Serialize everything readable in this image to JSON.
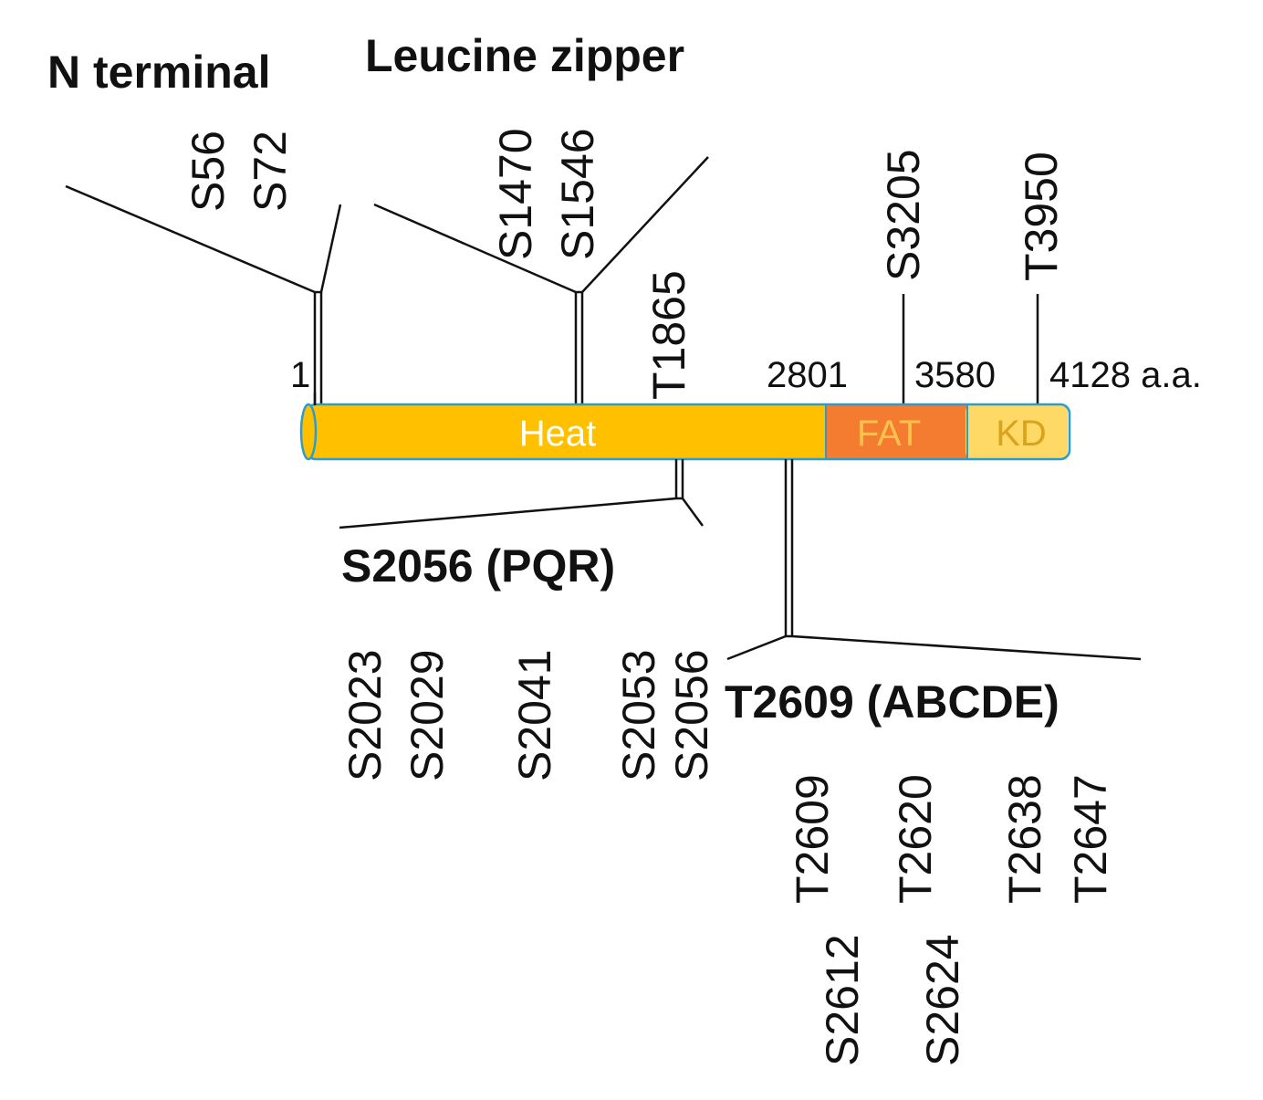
{
  "labels": {
    "n_terminal": "N terminal",
    "leucine_zipper": "Leucine zipper",
    "pqr": "S2056 (PQR)",
    "abcde": "T2609 (ABCDE)"
  },
  "positions": {
    "start": "1",
    "fat_start": "2801",
    "kd_start": "3580",
    "end": "4128 a.a."
  },
  "domains": [
    {
      "name": "Heat",
      "color": "#FFC000",
      "text_color": "#FFFFFF"
    },
    {
      "name": "FAT",
      "color": "#F47C30",
      "text_color": "#FFC14D"
    },
    {
      "name": "KD",
      "color": "#FFD966",
      "text_color": "#D9A41C"
    }
  ],
  "outline_color": "#2E9CCA",
  "sites": {
    "n_terminal": [
      "S56",
      "S72"
    ],
    "leucine_zipper": [
      "S1470",
      "S1546"
    ],
    "t1865": "T1865",
    "s3205": "S3205",
    "t3950": "T3950",
    "pqr": [
      "S2023",
      "S2029",
      "S2041",
      "S2053",
      "S2056"
    ],
    "abcde_upper": [
      "T2609",
      "T2620",
      "T2638",
      "T2647"
    ],
    "abcde_lower": [
      "S2612",
      "S2624"
    ]
  }
}
